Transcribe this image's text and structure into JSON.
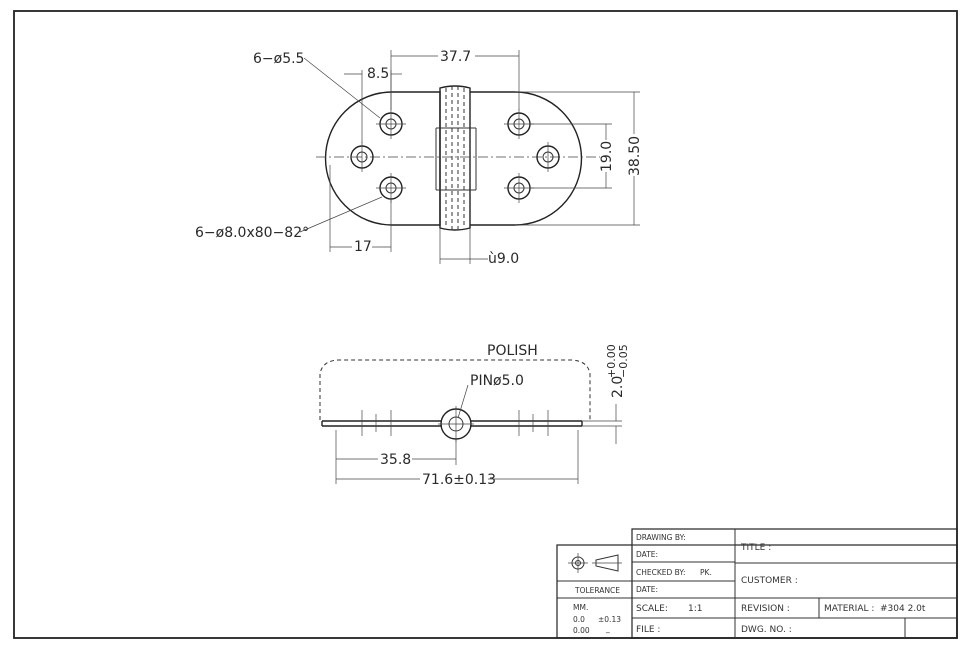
{
  "top_view": {
    "hole_count_label": "6−ø5.5",
    "hole_pitch_label": "8.5",
    "hole_span_label": "37.7",
    "countersink_label": "6−ø8.0x80−82°",
    "edge_dist_label": "17",
    "knuckle_dia_label": "ù9.0",
    "hole_row_label": "19.0",
    "width_label": "38.50"
  },
  "side_view": {
    "finish_label": "POLISH",
    "pin_label": "PINø5.0",
    "thickness_label": "2.0",
    "tol_plus": "+0.00",
    "tol_minus": "−0.05",
    "half_length_label": "35.8",
    "length_label": "71.6±0.13"
  },
  "title_block": {
    "tolerance_label": "TOLERANCE",
    "unit_label": "MM.",
    "tol_row1_val": "0.0",
    "tol_row1_tol": "±0.13",
    "tol_row2_val": "0.00",
    "tol_row2_tol": "_",
    "drawing_by": "DRAWING BY:",
    "date1": "DATE:",
    "checked_by": "CHECKED BY:",
    "checked_by_value": "PK.",
    "date2": "DATE:",
    "scale": "SCALE:",
    "scale_value": "1:1",
    "file": "FILE :",
    "title": "TITLE :",
    "customer": "CUSTOMER :",
    "revision": "REVISION :",
    "material": "MATERIAL :",
    "material_value": "#304 2.0t",
    "dwg_no": "DWG. NO. :"
  }
}
